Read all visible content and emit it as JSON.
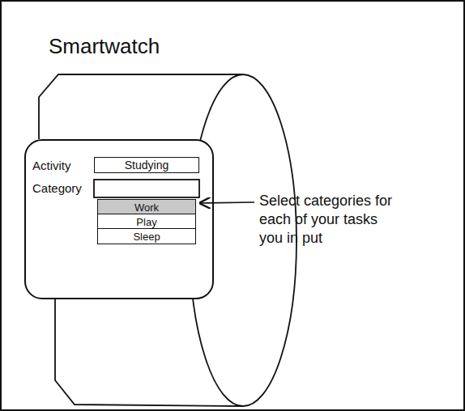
{
  "diagram": {
    "title": "Smartwatch",
    "nodes": [
      {
        "text": [
          "Activity",
          "Category"
        ]
      },
      {
        "text": [
          "Studying"
        ],
        "in": 0
      },
      {
        "text": [
          "Work"
        ],
        "in": 0
      },
      {
        "text": [
          "Play"
        ],
        "in": 0
      },
      {
        "text": [
          "Sleep"
        ],
        "in": 0
      }
    ],
    "labels": [
      "Select categories for each of your tasks you in put"
    ]
  }
}
